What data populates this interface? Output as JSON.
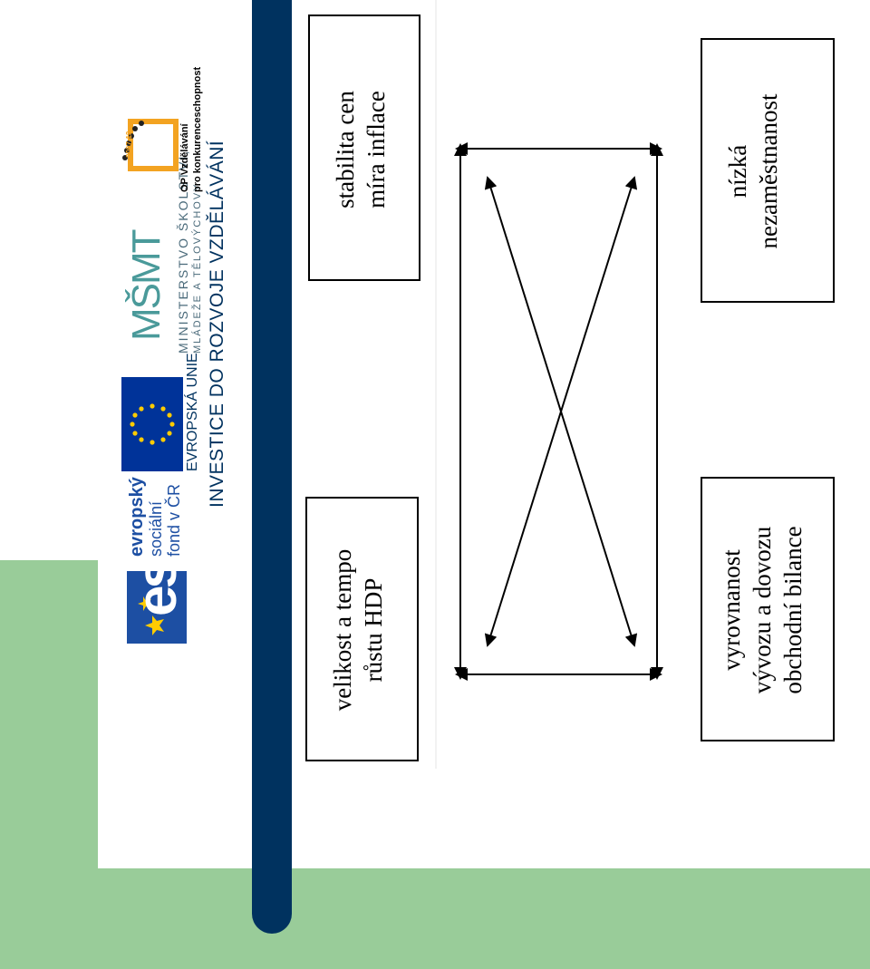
{
  "header": {
    "esf_logo": {
      "letters": "esf",
      "line1": "evropský",
      "line2": "sociální",
      "line3": "fond v ČR"
    },
    "eu_flag_caption": "EVROPSKÁ UNIE",
    "ministry": {
      "monogram": "MŠMT",
      "line1": "MINISTERSTVO ŠKOLSTVÍ,",
      "line2": "MLÁDEŽE A TĚLOVÝCHOVY"
    },
    "op_logo": {
      "years": "2007-13",
      "line1": "OP Vzdělávání",
      "line2": "pro konkurenceschopnost"
    },
    "slogan": "INVESTICE DO ROZVOJE VZDĚLÁVÁNÍ"
  },
  "diagram": {
    "boxes": {
      "top_left": {
        "line1": "stabilita cen",
        "line2": "míra inflace"
      },
      "top_right": {
        "line1": "nízká",
        "line2": "nezaměstnanost"
      },
      "bottom_left": {
        "line1": "velikost a tempo",
        "line2": "růstu HDP"
      },
      "bottom_right": {
        "line1": "vyrovnanost",
        "line2": "vývozu a dovozu",
        "line3": "obchodní bilance"
      }
    }
  },
  "colors": {
    "navy": "#00325f",
    "green": "#99cc99",
    "eu_blue": "#003399",
    "eu_star": "#ffcc00",
    "esf_blue": "#1d4fa3",
    "ministry_teal": "#4a9a9a",
    "op_orange": "#f3a321"
  }
}
